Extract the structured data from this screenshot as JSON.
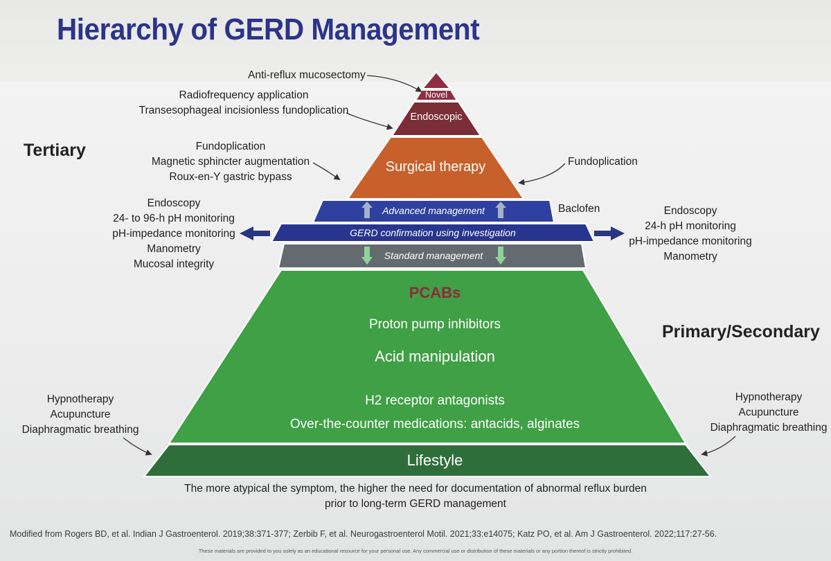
{
  "title": "Hierarchy of GERD Management",
  "tier_labels": {
    "tertiary": "Tertiary",
    "primary_secondary": "Primary/Secondary"
  },
  "pyramid": {
    "novel": "Novel",
    "endoscopic": "Endoscopic",
    "surgical": "Surgical therapy",
    "advanced": "Advanced management",
    "confirmation": "GERD confirmation using investigation",
    "standard": "Standard management",
    "pcabs": "PCABs",
    "ppi": "Proton pump inhibitors",
    "acid": "Acid manipulation",
    "h2": "H2 receptor antagonists",
    "otc": "Over-the-counter medications: antacids, alginates",
    "lifestyle": "Lifestyle"
  },
  "annotations": {
    "novel_note": "Anti-reflux mucosectomy",
    "endoscopic_notes": [
      "Radiofrequency application",
      "Transesophageal incisionless fundoplication"
    ],
    "surgical_left_notes": [
      "Fundoplication",
      "Magnetic sphincter augmentation",
      "Roux-en-Y gastric bypass"
    ],
    "surgical_right_note": "Fundoplication",
    "advanced_right_note": "Baclofen",
    "investigation_left": [
      "Endoscopy",
      "24- to 96-h pH monitoring",
      "pH-impedance monitoring",
      "Manometry",
      "Mucosal integrity"
    ],
    "investigation_right": [
      "Endoscopy",
      "24-h pH monitoring",
      "pH-impedance monitoring",
      "Manometry"
    ],
    "lifestyle_left": [
      "Hypnotherapy",
      "Acupuncture",
      "Diaphragmatic breathing"
    ],
    "lifestyle_right": [
      "Hypnotherapy",
      "Acupuncture",
      "Diaphragmatic breathing"
    ]
  },
  "bottom_note": [
    "The more atypical the symptom, the higher the need for documentation of abnormal reflux burden",
    "prior to long-term GERD management"
  ],
  "footnote": "Modified from Rogers BD, et al. Indian J Gastroenterol. 2019;38:371-377; Zerbib F, et al. Neurogastroenterol Motil. 2021;33:e14075; Katz PO, et al. Am J Gastroenterol. 2022;117:27-56.",
  "disclaimer": "These materials are provided to you solely as an educational resource for your personal use. Any commercial use or distribution of these materials or any portion thereof is strictly prohibited.",
  "colors": {
    "title": "#2c3489",
    "novel": "#8f2f3f",
    "endoscopic": "#7a2e36",
    "surgical": "#c8602b",
    "advanced": "#2f41a0",
    "confirmation": "#27358f",
    "standard": "#646b70",
    "green": "#3fa045",
    "lifestyle": "#2f6e3b",
    "pcabs": "#8a2d3c"
  }
}
